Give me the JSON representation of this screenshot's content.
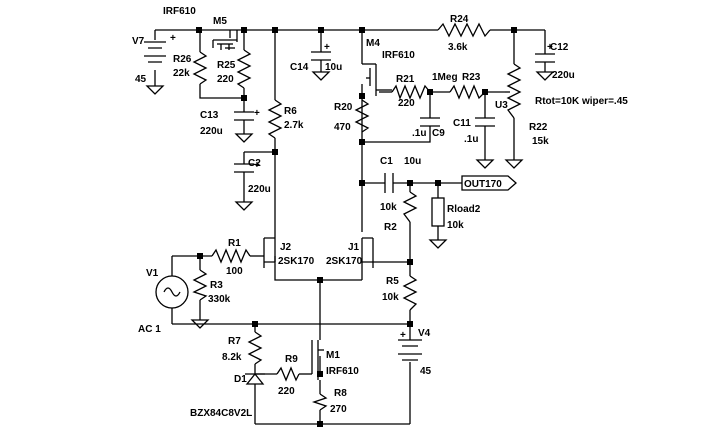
{
  "labels": {
    "irf610_top": "IRF610",
    "m5": "M5",
    "v7": "V7",
    "v7_val": "45",
    "r26": "R26",
    "r26_val": "22k",
    "r25": "R25",
    "r25_val": "220",
    "c13": "C13",
    "c13_val": "220u",
    "r6": "R6",
    "r6_val": "2.7k",
    "c2": "C2",
    "c2_val": "220u",
    "c14": "C14",
    "c14_val": "10u",
    "m4": "M4",
    "m4_type": "IRF610",
    "r20": "R20",
    "r20_val": "470",
    "r21": "R21",
    "r21_val": "220",
    "c9": "C9",
    "c9_val": ".1u",
    "r24": "R24",
    "r24_val": "3.6k",
    "r23": "R23",
    "r23_val": "1Meg",
    "c11": "C11",
    "c11_val": ".1u",
    "u3": "U3",
    "rtot": "Rtot=10K wiper=.45",
    "r22": "R22",
    "r22_val": "15k",
    "c12": "C12",
    "c12_val": "220u",
    "c1": "C1",
    "c1_val": "10u",
    "out170": "OUT170",
    "rload2": "Rload2",
    "rload2_val": "10k",
    "r2": "R2",
    "r2_val": "10k",
    "r1": "R1",
    "r1_val": "100",
    "j2": "J2",
    "j2_type": "2SK170",
    "j1": "J1",
    "j1_type": "2SK170",
    "v1": "V1",
    "r3": "R3",
    "r3_val": "330k",
    "r5": "R5",
    "r5_val": "10k",
    "ac1": "AC 1",
    "r7": "R7",
    "r7_val": "8.2k",
    "v4": "V4",
    "v4_val": "45",
    "m1": "M1",
    "m1_type": "IRF610",
    "d1": "D1",
    "r9": "R9",
    "r9_val": "220",
    "r8": "R8",
    "r8_val": "270",
    "zener": "BZX84C8V2L",
    "plus_v7": "+",
    "plus_c13": "+",
    "plus_c2": "+",
    "plus_c14": "+",
    "plus_c12": "+",
    "plus_v4": "+"
  }
}
